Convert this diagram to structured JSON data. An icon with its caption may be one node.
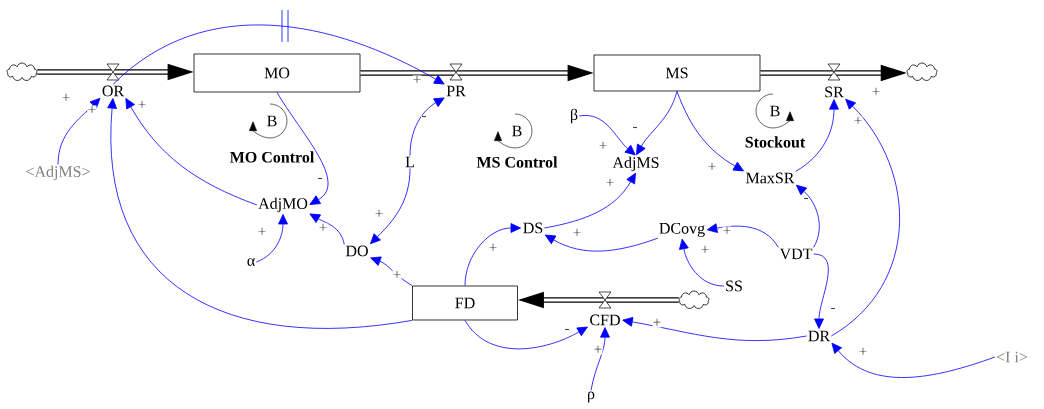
{
  "diagram": {
    "nodes": [
      {
        "text": [],
        "shape": "cloud"
      },
      {
        "text": [
          "OR"
        ]
      },
      {
        "text": [
          "MO"
        ]
      },
      {
        "text": [
          "PR"
        ]
      },
      {
        "text": [
          "MS"
        ]
      },
      {
        "text": [
          "SR"
        ]
      },
      {
        "text": [],
        "shape": "cloud"
      },
      {
        "text": [
          "<AdjMS>"
        ]
      },
      {
        "text": [
          "AdjMO"
        ]
      },
      {
        "text": [
          "L"
        ]
      },
      {
        "text": [
          "β"
        ]
      },
      {
        "text": [
          "AdjMS"
        ]
      },
      {
        "text": [
          "MaxSR"
        ]
      },
      {
        "text": [
          "α"
        ]
      },
      {
        "text": [
          "DO"
        ]
      },
      {
        "text": [
          "DS"
        ]
      },
      {
        "text": [
          "DCovg"
        ]
      },
      {
        "text": [
          "VDT"
        ]
      },
      {
        "text": [
          "SS"
        ]
      },
      {
        "text": [
          "FD"
        ]
      },
      {
        "text": [
          "CFD"
        ]
      },
      {
        "text": [],
        "shape": "cloud"
      },
      {
        "text": [
          "DR"
        ]
      },
      {
        "text": [
          "ρ"
        ]
      },
      {
        "text": [
          "<I i>"
        ]
      }
    ],
    "edges": [
      {
        "from": 0,
        "to": 2,
        "arrow": "to",
        "style": "thick",
        "color": "#000000"
      },
      {
        "from": 2,
        "to": 4,
        "arrow": "to",
        "style": "thick",
        "color": "#000000"
      },
      {
        "from": 4,
        "to": 6,
        "arrow": "to",
        "style": "thick",
        "color": "#000000"
      },
      {
        "from": 21,
        "to": 19,
        "arrow": "to",
        "style": "thick",
        "color": "#000000"
      },
      {
        "from": 1,
        "to": 3,
        "arrow": "to",
        "label": "+"
      },
      {
        "from": 7,
        "to": 1,
        "arrow": "to",
        "label": "+"
      },
      {
        "from": 19,
        "to": 1,
        "arrow": "to",
        "label": "+"
      },
      {
        "from": 8,
        "to": 1,
        "arrow": "to",
        "label": "+"
      },
      {
        "from": 2,
        "to": 8,
        "arrow": "to",
        "label": "-"
      },
      {
        "from": 9,
        "to": 3,
        "arrow": "to",
        "label": "-"
      },
      {
        "from": 14,
        "to": 8,
        "arrow": "to",
        "label": "+"
      },
      {
        "from": 13,
        "to": 8,
        "arrow": "to",
        "label": "+"
      },
      {
        "from": 9,
        "to": 14,
        "arrow": "to",
        "label": "+"
      },
      {
        "from": 19,
        "to": 14,
        "arrow": "to",
        "label": "+"
      },
      {
        "from": 19,
        "to": 15,
        "arrow": "to",
        "label": "+"
      },
      {
        "from": 10,
        "to": 11,
        "arrow": "to",
        "label": "+"
      },
      {
        "from": 4,
        "to": 11,
        "arrow": "to",
        "label": "-"
      },
      {
        "from": 15,
        "to": 11,
        "arrow": "to",
        "label": "+"
      },
      {
        "from": 4,
        "to": 12,
        "arrow": "to",
        "label": "+"
      },
      {
        "from": 12,
        "to": 5,
        "arrow": "to",
        "label": "+"
      },
      {
        "from": 22,
        "to": 5,
        "arrow": "to",
        "label": "+"
      },
      {
        "from": 16,
        "to": 15,
        "arrow": "to",
        "label": "+"
      },
      {
        "from": 17,
        "to": 16,
        "arrow": "to",
        "label": "+"
      },
      {
        "from": 18,
        "to": 16,
        "arrow": "to",
        "label": "+"
      },
      {
        "from": 17,
        "to": 12,
        "arrow": "to",
        "label": "-"
      },
      {
        "from": 17,
        "to": 22,
        "arrow": "to",
        "label": "-"
      },
      {
        "from": 19,
        "to": 20,
        "arrow": "to",
        "label": "-"
      },
      {
        "from": 23,
        "to": 20,
        "arrow": "to",
        "label": "+"
      },
      {
        "from": 22,
        "to": 20,
        "arrow": "to",
        "label": "+"
      },
      {
        "from": 24,
        "to": 22,
        "arrow": "to",
        "label": "+"
      }
    ],
    "labels": [
      "B",
      "MO Control",
      "B",
      "MS Control",
      "B",
      "Stockout"
    ]
  }
}
